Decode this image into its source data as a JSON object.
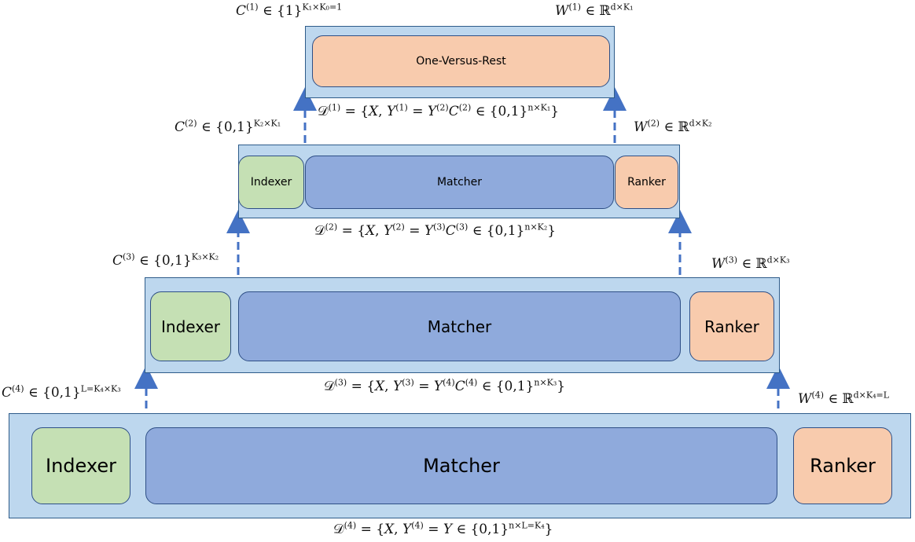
{
  "top": {
    "one_versus_rest_label": "One-Versus-Rest",
    "c_sup_main": "(1)",
    "c_set": "{1}",
    "c_sup_dim": "K₁×K₀=1",
    "w_sup_main": "(1)",
    "w_sup_dim": "d×K₁",
    "d_sup": "(1)",
    "d_y_sup": "(1)",
    "d_rhs_y_sup": "(2)",
    "d_rhs_c_sup": "(2)",
    "d_dim": "n×K₁"
  },
  "level2": {
    "indexer_label": "Indexer",
    "matcher_label": "Matcher",
    "ranker_label": "Ranker",
    "c_sup_main": "(2)",
    "c_set": "{0,1}",
    "c_sup_dim": "K₂×K₁",
    "w_sup_main": "(2)",
    "w_sup_dim": "d×K₂",
    "d_sup": "(2)",
    "d_y_sup": "(2)",
    "d_rhs_y_sup": "(3)",
    "d_rhs_c_sup": "(3)",
    "d_dim": "n×K₂"
  },
  "level3": {
    "indexer_label": "Indexer",
    "matcher_label": "Matcher",
    "ranker_label": "Ranker",
    "c_sup_main": "(3)",
    "c_set": "{0,1}",
    "c_sup_dim": "K₃×K₂",
    "w_sup_main": "(3)",
    "w_sup_dim": "d×K₃",
    "d_sup": "(3)",
    "d_y_sup": "(3)",
    "d_rhs_y_sup": "(4)",
    "d_rhs_c_sup": "(4)",
    "d_dim": "n×K₃"
  },
  "level4": {
    "indexer_label": "Indexer",
    "matcher_label": "Matcher",
    "ranker_label": "Ranker",
    "c_sup_main": "(4)",
    "c_set": "{0,1}",
    "c_sup_dim": "L=K₄×K₃",
    "w_sup_main": "(4)",
    "w_sup_dim": "d×K₄=L",
    "d_sup": "(4)",
    "d_y_sup": "(4)",
    "d_dim": "n×L=K₄"
  },
  "colors": {
    "panel": "#bdd7ee",
    "indexer": "#c5e0b4",
    "matcher": "#8faadc",
    "ranker": "#f8cbad",
    "arrow": "#4472c4"
  }
}
